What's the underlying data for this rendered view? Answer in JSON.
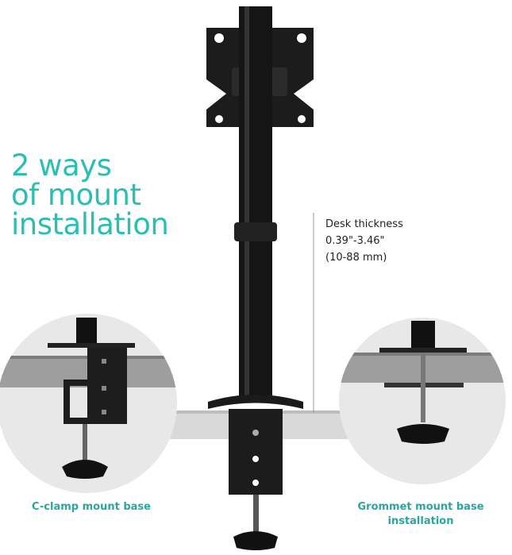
{
  "headline": {
    "line1": "2 ways",
    "line2": "of mount",
    "line3": "installation"
  },
  "desk_thickness": {
    "label": "Desk thickness",
    "range_in": "0.39\"-3.46\"",
    "range_mm": "(10-88 mm)"
  },
  "captions": {
    "c_clamp": "C-clamp mount base",
    "grommet_line1": "Grommet mount base",
    "grommet_line2": "installation"
  },
  "colors": {
    "accent": "#2bbfb3",
    "metal": "#1a1a1a",
    "circle_bg": "#e6e6e6"
  },
  "icons": [
    "monitor-mount-pole",
    "c-clamp",
    "grommet"
  ]
}
